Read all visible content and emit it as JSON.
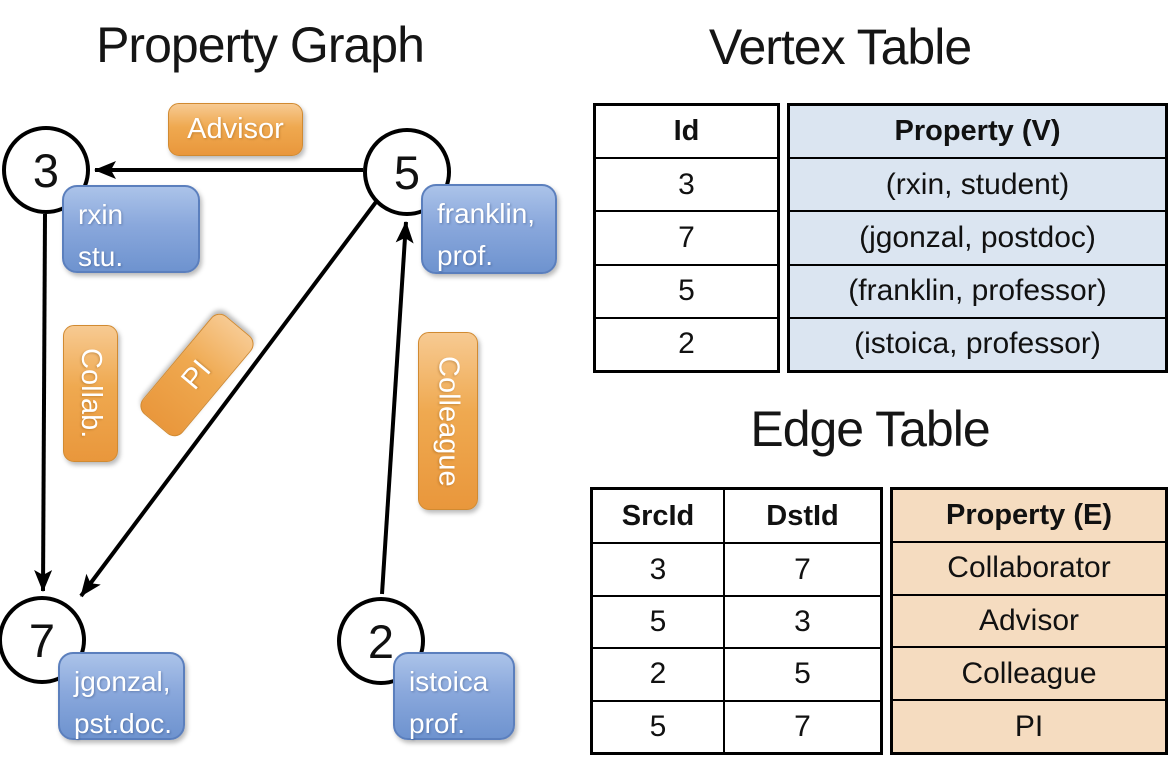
{
  "titles": {
    "graph": "Property Graph",
    "vertex_table": "Vertex Table",
    "edge_table": "Edge Table"
  },
  "graph": {
    "nodes": [
      {
        "id": "3"
      },
      {
        "id": "5"
      },
      {
        "id": "7"
      },
      {
        "id": "2"
      }
    ],
    "edge_labels": {
      "advisor": "Advisor",
      "collab": "Collab.",
      "pi": "PI",
      "colleague": "Colleague"
    },
    "node_cards": {
      "rxin": {
        "line1": "rxin",
        "line2": "stu."
      },
      "franklin": {
        "line1": "franklin,",
        "line2": "prof."
      },
      "jgonzal": {
        "line1": "jgonzal,",
        "line2": "pst.doc."
      },
      "istoica": {
        "line1": "istoica",
        "line2": "prof."
      }
    }
  },
  "vertex_table": {
    "headers": {
      "id": "Id",
      "property": "Property (V)"
    },
    "rows": [
      {
        "id": "3",
        "property": "(rxin, student)"
      },
      {
        "id": "7",
        "property": "(jgonzal, postdoc)"
      },
      {
        "id": "5",
        "property": "(franklin, professor)"
      },
      {
        "id": "2",
        "property": "(istoica, professor)"
      }
    ]
  },
  "edge_table": {
    "headers": {
      "src": "SrcId",
      "dst": "DstId",
      "property": "Property (E)"
    },
    "rows": [
      {
        "src": "3",
        "dst": "7",
        "property": "Collaborator"
      },
      {
        "src": "5",
        "dst": "3",
        "property": "Advisor"
      },
      {
        "src": "2",
        "dst": "5",
        "property": "Colleague"
      },
      {
        "src": "5",
        "dst": "7",
        "property": "PI"
      }
    ]
  },
  "colors": {
    "edge_label_orange": "#efa950",
    "node_card_blue": "#7b9dd6",
    "vertex_property_bg": "#dbe5f1",
    "edge_property_bg": "#f5dcc0",
    "line_black": "#000000"
  }
}
